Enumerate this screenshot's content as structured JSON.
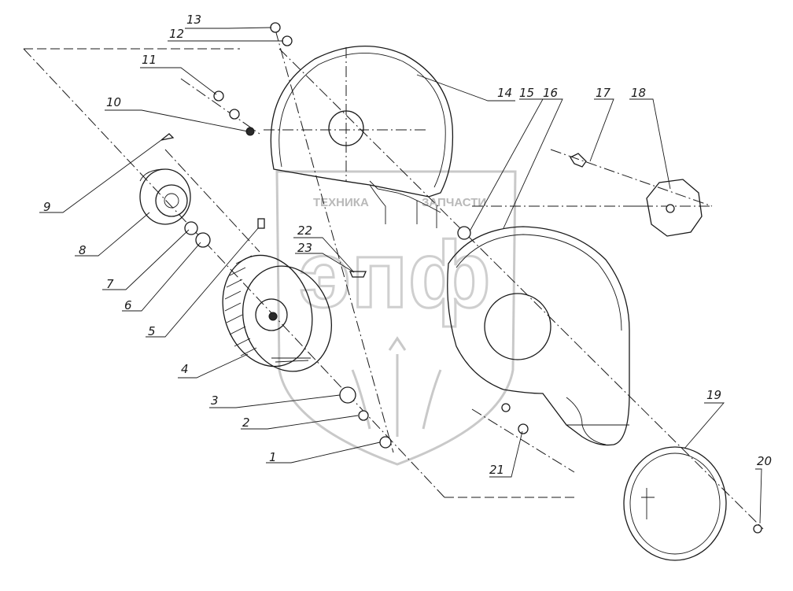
{
  "watermark": {
    "top_text_left": "ТЕХНИКА",
    "top_text_right": "ЗАПЧАСТИ",
    "logo_text": "эпф"
  },
  "callouts": [
    {
      "id": "13",
      "text": "13"
    },
    {
      "id": "12",
      "text": "12"
    },
    {
      "id": "11",
      "text": "11"
    },
    {
      "id": "10",
      "text": "10"
    },
    {
      "id": "9",
      "text": "9"
    },
    {
      "id": "8",
      "text": "8"
    },
    {
      "id": "7",
      "text": "7"
    },
    {
      "id": "6",
      "text": "6"
    },
    {
      "id": "5",
      "text": "5"
    },
    {
      "id": "4",
      "text": "4"
    },
    {
      "id": "3",
      "text": "3"
    },
    {
      "id": "2",
      "text": "2"
    },
    {
      "id": "1",
      "text": "1"
    },
    {
      "id": "14",
      "text": "14"
    },
    {
      "id": "15",
      "text": "15"
    },
    {
      "id": "16",
      "text": "16"
    },
    {
      "id": "17",
      "text": "17"
    },
    {
      "id": "18",
      "text": "18"
    },
    {
      "id": "19",
      "text": "19"
    },
    {
      "id": "20",
      "text": "20"
    },
    {
      "id": "21",
      "text": "21"
    },
    {
      "id": "22",
      "text": "22"
    },
    {
      "id": "23",
      "text": "23"
    }
  ]
}
